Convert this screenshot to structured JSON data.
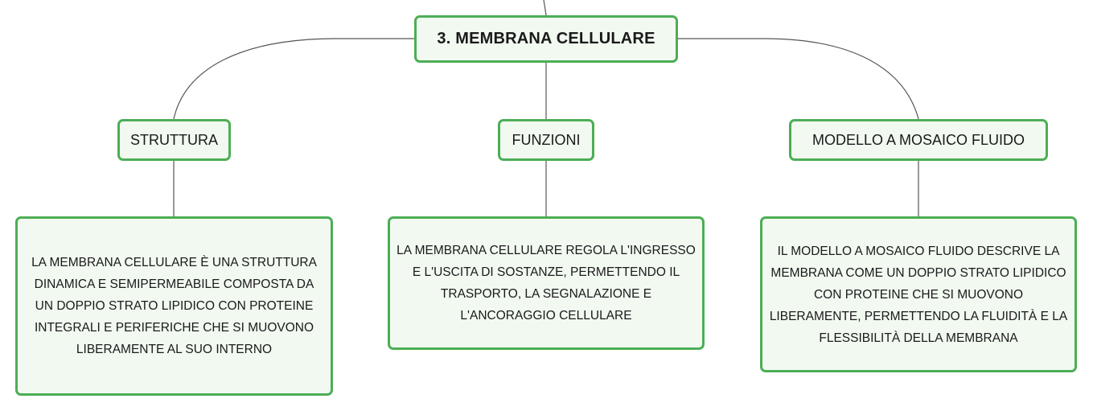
{
  "root": {
    "label": "3. MEMBRANA CELLULARE"
  },
  "branches": [
    {
      "title": "STRUTTURA",
      "description": "LA MEMBRANA CELLULARE È UNA STRUTTURA DINAMICA E SEMIPERMEABILE COMPOSTA DA UN DOPPIO STRATO LIPIDICO CON PROTEINE INTEGRALI E PERIFERICHE CHE SI MUOVONO LIBERAMENTE AL SUO INTERNO"
    },
    {
      "title": "FUNZIONI",
      "description": "LA MEMBRANA CELLULARE REGOLA L'INGRESSO E L'USCITA DI SOSTANZE, PERMETTENDO IL TRASPORTO, LA SEGNALAZIONE E L'ANCORAGGIO CELLULARE"
    },
    {
      "title": "MODELLO A MOSAICO FLUIDO",
      "description": "IL MODELLO A MOSAICO FLUIDO DESCRIVE LA MEMBRANA COME UN DOPPIO STRATO LIPIDICO CON PROTEINE CHE SI MUOVONO LIBERAMENTE, PERMETTENDO LA FLUIDITÀ E LA FLESSIBILITÀ DELLA MEMBRANA"
    }
  ],
  "colors": {
    "node_border": "#4cae55",
    "node_fill": "#f1f9f1",
    "connector": "#555555"
  }
}
